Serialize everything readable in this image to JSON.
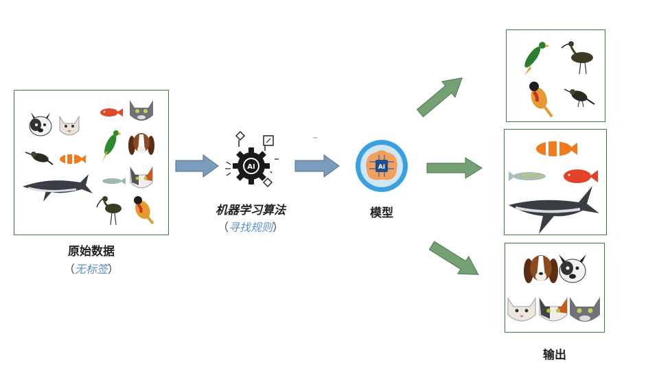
{
  "raw_data": {
    "title": "原始数据",
    "paren_open": "（",
    "note": "无标签",
    "paren_close": "）"
  },
  "algorithm": {
    "title": "机器学习算法",
    "paren_open": "（",
    "note": "寻找规则",
    "paren_close": "）",
    "badge": "AI"
  },
  "model": {
    "title": "模型",
    "badge": "AI"
  },
  "output": {
    "title": "输出"
  },
  "colors": {
    "box_border": "#3d7a3d",
    "blue_arrow": "#7c9bbb",
    "green_arrow": "#74a074",
    "note_blue": "#5b8fc9"
  }
}
